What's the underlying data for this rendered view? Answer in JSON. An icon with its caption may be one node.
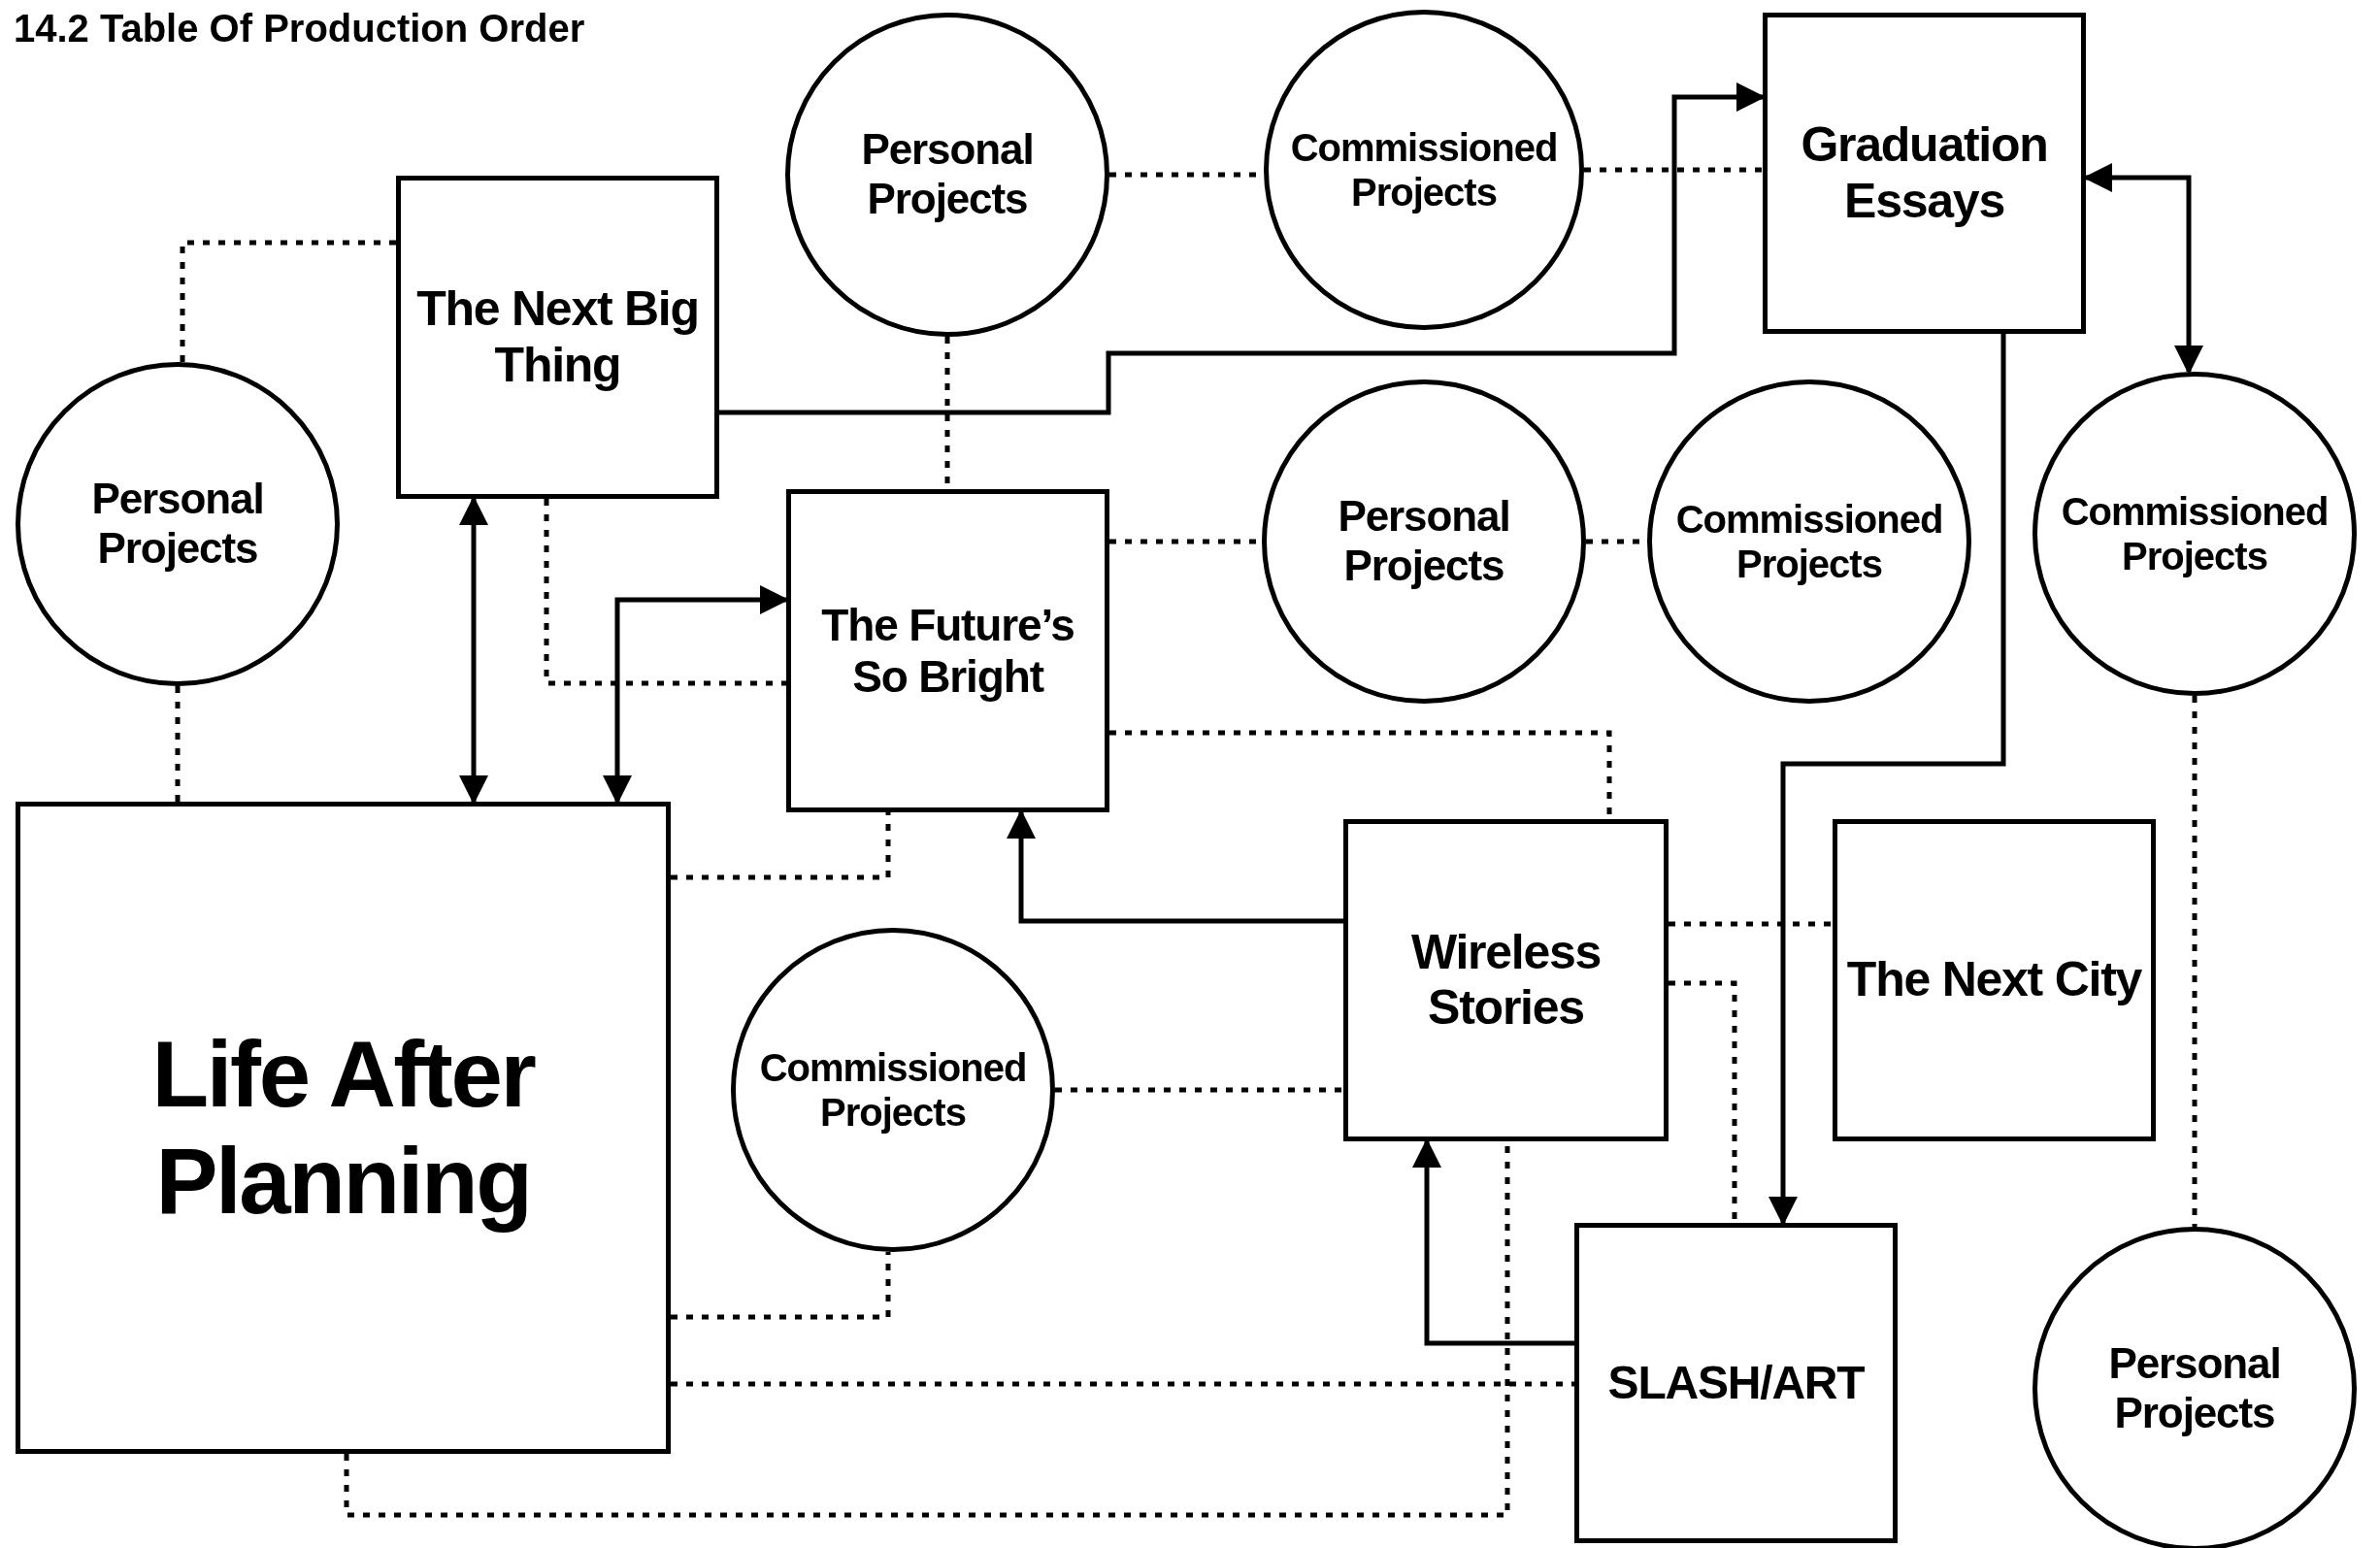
{
  "diagram": {
    "title": "14.2 Table Of Production Order",
    "nodes": [
      {
        "text": [
          "The Next Big Thing"
        ]
      },
      {
        "text": [
          "Personal Projects"
        ]
      },
      {
        "text": [
          "Personal Projects"
        ]
      },
      {
        "text": [
          "Commissioned Projects"
        ]
      },
      {
        "text": [
          "Graduation Essays"
        ]
      },
      {
        "text": [
          "The Future’s So Bright"
        ]
      },
      {
        "text": [
          "Personal Projects"
        ]
      },
      {
        "text": [
          "Commissioned Projects"
        ]
      },
      {
        "text": [
          "Commissioned Projects"
        ]
      },
      {
        "text": [
          "Life After Planning"
        ]
      },
      {
        "text": [
          "Commissioned Projects"
        ]
      },
      {
        "text": [
          "Wireless Stories"
        ]
      },
      {
        "text": [
          "The Next City"
        ]
      },
      {
        "text": [
          "SLASH/ART"
        ]
      },
      {
        "text": [
          "Personal Projects"
        ]
      }
    ],
    "edges": [
      {
        "from": 0,
        "to": 1,
        "arrow": "none",
        "style": "dashed"
      },
      {
        "from": 1,
        "to": 9,
        "arrow": "none",
        "style": "dashed"
      },
      {
        "from": 0,
        "to": 9,
        "arrow": "both"
      },
      {
        "from": 0,
        "to": 4,
        "arrow": "to"
      },
      {
        "from": 0,
        "to": 5,
        "arrow": "none",
        "style": "dashed"
      },
      {
        "from": 5,
        "to": 9,
        "arrow": "both"
      },
      {
        "from": 2,
        "to": 5,
        "arrow": "none",
        "style": "dashed"
      },
      {
        "from": 2,
        "to": 3,
        "arrow": "none",
        "style": "dashed"
      },
      {
        "from": 3,
        "to": 4,
        "arrow": "none",
        "style": "dashed"
      },
      {
        "from": 5,
        "to": 6,
        "arrow": "none",
        "style": "dashed"
      },
      {
        "from": 6,
        "to": 7,
        "arrow": "none",
        "style": "dashed"
      },
      {
        "from": 5,
        "to": 11,
        "arrow": "none",
        "style": "dashed"
      },
      {
        "from": 9,
        "to": 5,
        "arrow": "none",
        "style": "dashed"
      },
      {
        "from": 11,
        "to": 5,
        "arrow": "to"
      },
      {
        "from": 4,
        "to": 8,
        "arrow": "both"
      },
      {
        "from": 4,
        "to": 13,
        "arrow": "to"
      },
      {
        "from": 8,
        "to": 14,
        "arrow": "none",
        "style": "dashed"
      },
      {
        "from": 11,
        "to": 12,
        "arrow": "none",
        "style": "dashed"
      },
      {
        "from": 11,
        "to": 13,
        "arrow": "none",
        "style": "dashed"
      },
      {
        "from": 10,
        "to": 11,
        "arrow": "none",
        "style": "dashed"
      },
      {
        "from": 9,
        "to": 10,
        "arrow": "none",
        "style": "dashed"
      },
      {
        "from": 13,
        "to": 11,
        "arrow": "to"
      },
      {
        "from": 9,
        "to": 13,
        "arrow": "none",
        "style": "dashed"
      },
      {
        "from": 9,
        "to": 11,
        "arrow": "none",
        "style": "dashed"
      }
    ]
  }
}
